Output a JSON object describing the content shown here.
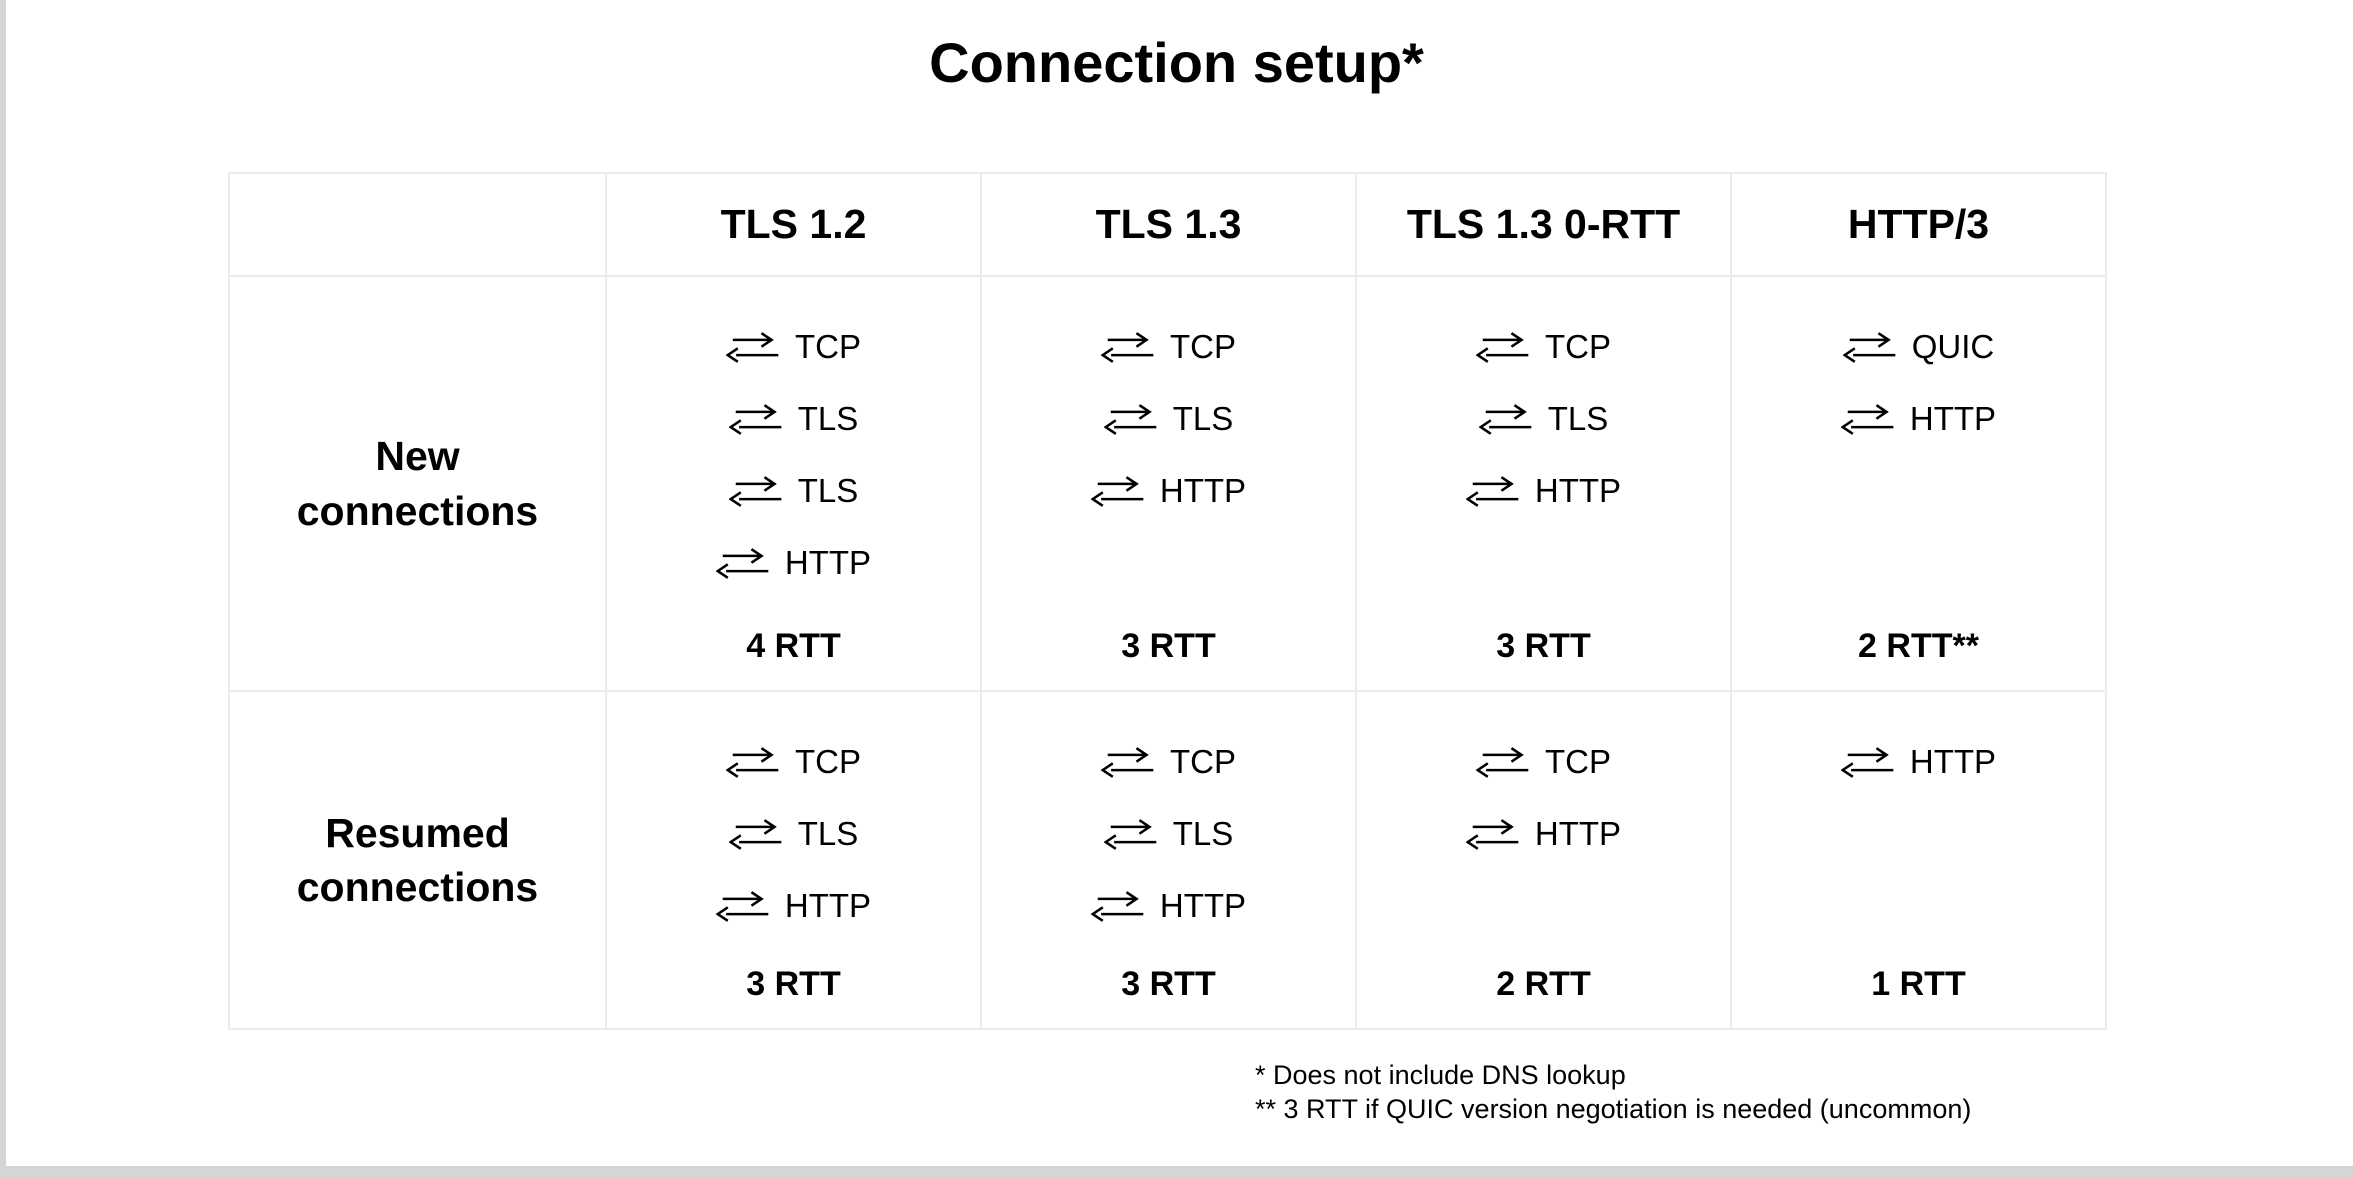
{
  "chart_data": {
    "type": "table",
    "title": "Connection setup*",
    "corner_label": "",
    "columns": [
      "TLS 1.2",
      "TLS 1.3",
      "TLS 1.3 0-RTT",
      "HTTP/3"
    ],
    "rows": [
      {
        "label": "New connections",
        "cells": [
          {
            "roundtrips": [
              "TCP",
              "TLS",
              "TLS",
              "HTTP"
            ],
            "total": "4 RTT"
          },
          {
            "roundtrips": [
              "TCP",
              "TLS",
              "HTTP"
            ],
            "total": "3 RTT"
          },
          {
            "roundtrips": [
              "TCP",
              "TLS",
              "HTTP"
            ],
            "total": "3 RTT"
          },
          {
            "roundtrips": [
              "QUIC",
              "HTTP"
            ],
            "total": "2 RTT**"
          }
        ]
      },
      {
        "label": "Resumed connections",
        "cells": [
          {
            "roundtrips": [
              "TCP",
              "TLS",
              "HTTP"
            ],
            "total": "3 RTT"
          },
          {
            "roundtrips": [
              "TCP",
              "TLS",
              "HTTP"
            ],
            "total": "3 RTT"
          },
          {
            "roundtrips": [
              "TCP",
              "HTTP"
            ],
            "total": "2 RTT"
          },
          {
            "roundtrips": [
              "HTTP"
            ],
            "total": "1 RTT"
          }
        ]
      }
    ],
    "footnotes": [
      "* Does not include DNS lookup",
      "** 3 RTT if QUIC version negotiation is needed (uncommon)"
    ]
  },
  "icons": {
    "roundtrip": "roundtrip-arrows-icon"
  },
  "colors": {
    "text": "#000000",
    "table_border": "#ececec",
    "page_edge": "#d5d5d5",
    "background": "#ffffff"
  }
}
